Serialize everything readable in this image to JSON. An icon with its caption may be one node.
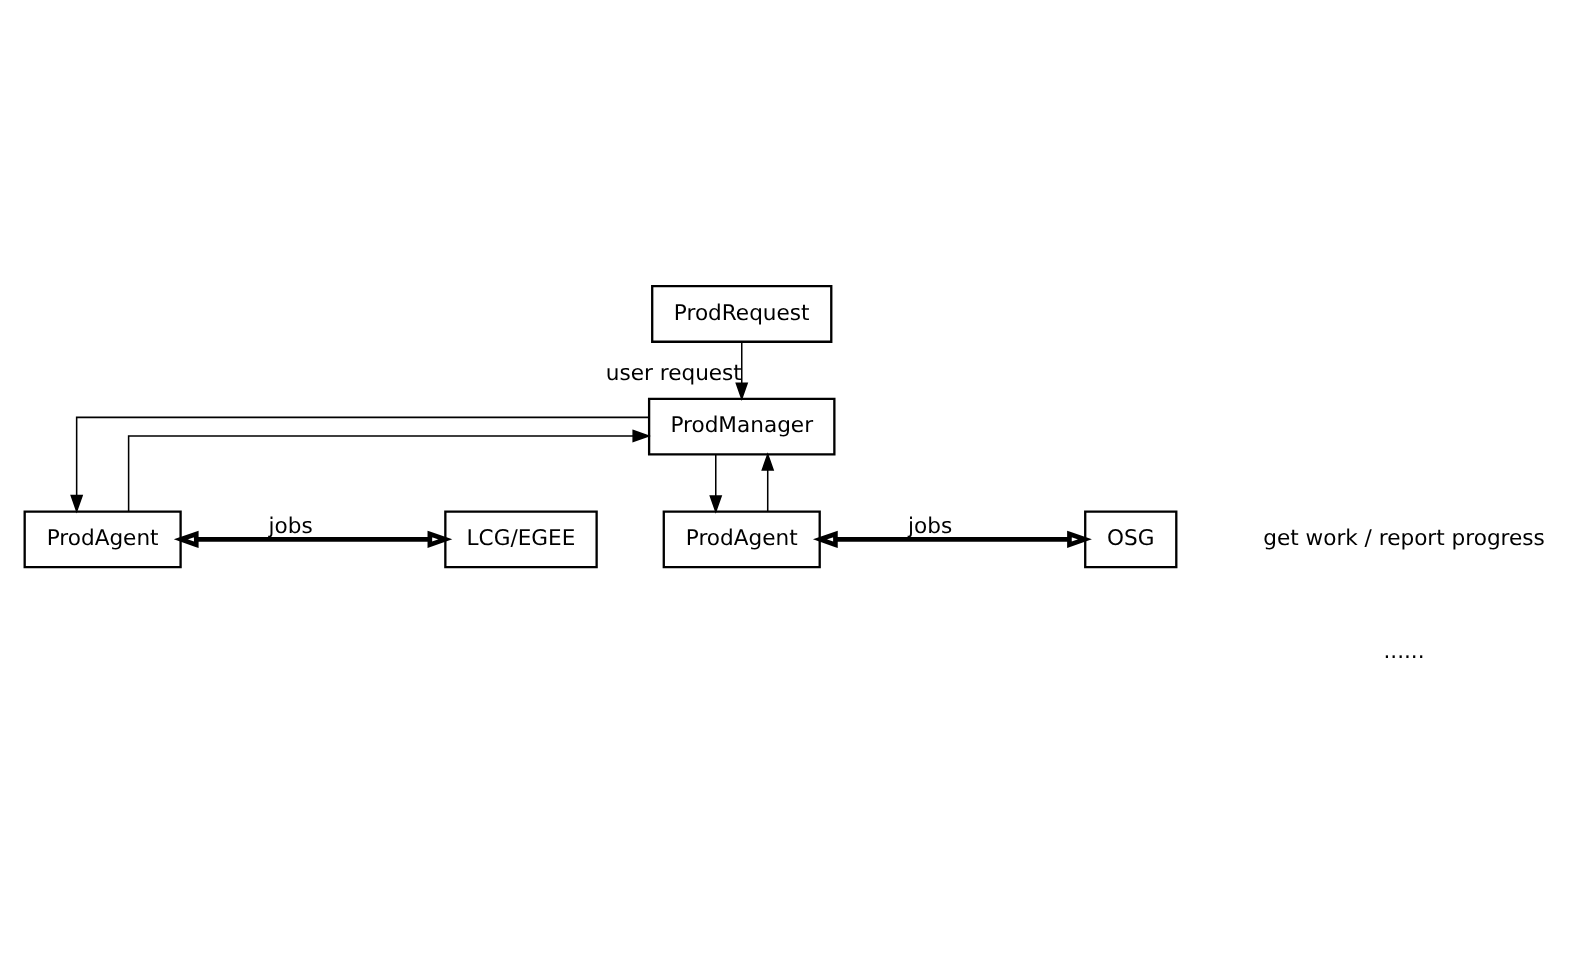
{
  "diagram": {
    "nodes": [
      {
        "text": [
          "ProdRequest"
        ]
      },
      {
        "text": [
          "ProdManager"
        ]
      },
      {
        "text": [
          "ProdAgent"
        ]
      },
      {
        "text": [
          "LCG/EGEE"
        ]
      },
      {
        "text": [
          "ProdAgent"
        ]
      },
      {
        "text": [
          "OSG"
        ]
      }
    ],
    "edges": [
      {
        "from": 0,
        "to": 1,
        "arrow": "to",
        "label": "user request"
      },
      {
        "from": 1,
        "to": 2,
        "arrow": "to"
      },
      {
        "from": 2,
        "to": 1,
        "arrow": "to"
      },
      {
        "from": 1,
        "to": 4,
        "arrow": "to"
      },
      {
        "from": 4,
        "to": 1,
        "arrow": "to"
      },
      {
        "from": 2,
        "to": 3,
        "arrow": "both",
        "label": "jobs",
        "style": "thick"
      },
      {
        "from": 4,
        "to": 5,
        "arrow": "both",
        "label": "jobs",
        "style": "thick"
      }
    ],
    "labels": [
      "get work / report progress",
      "......"
    ]
  }
}
